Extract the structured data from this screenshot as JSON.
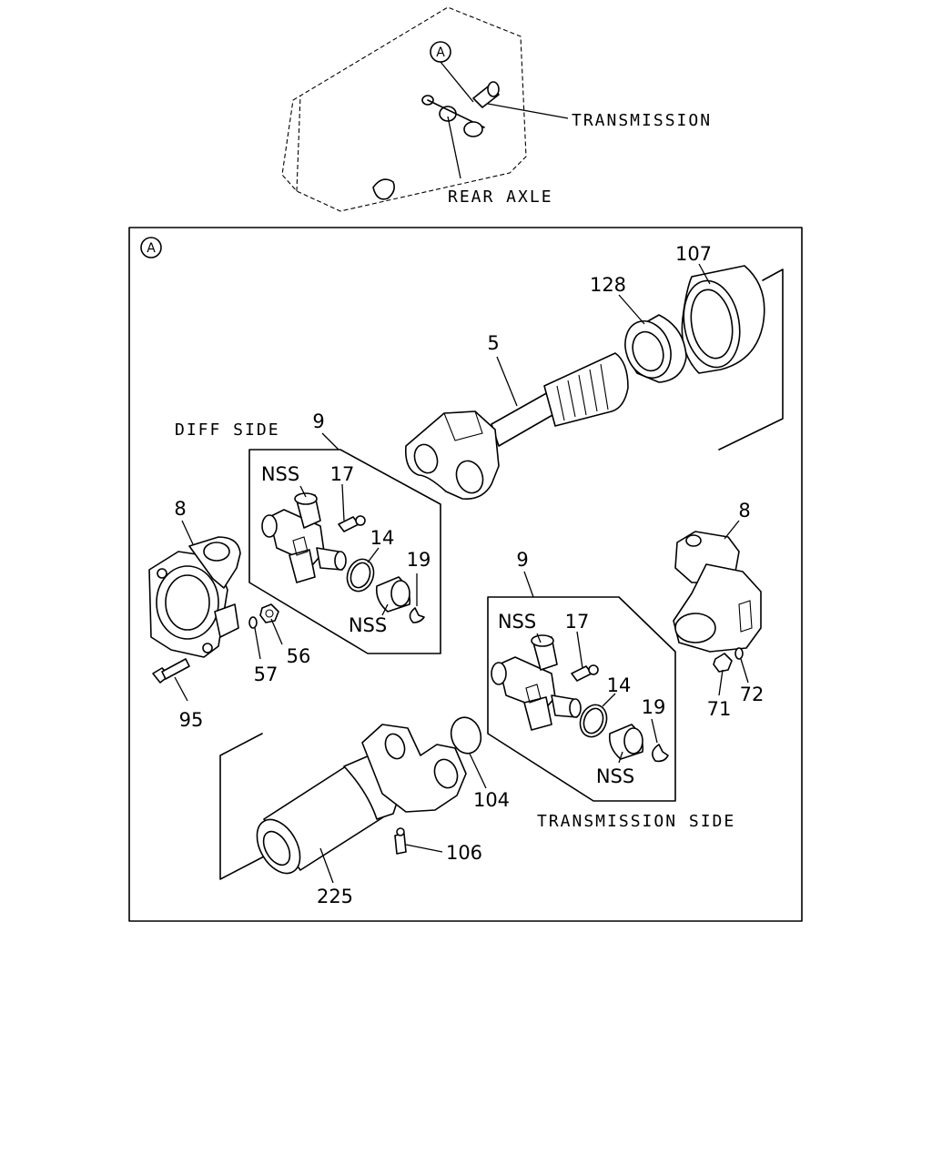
{
  "overview": {
    "marker": "A",
    "transmission_label": "TRANSMISSION",
    "rear_axle_label": "REAR AXLE"
  },
  "detail": {
    "marker": "A",
    "diff_side_label": "DIFF SIDE",
    "transmission_side_label": "TRANSMISSION SIDE"
  },
  "callouts": {
    "p107": "107",
    "p128": "128",
    "p5": "5",
    "p9_left": "9",
    "p9_right": "9",
    "nss_left_top": "NSS",
    "nss_left_bottom": "NSS",
    "nss_right_top": "NSS",
    "nss_right_bottom": "NSS",
    "p17_left": "17",
    "p17_right": "17",
    "p14_left": "14",
    "p14_right": "14",
    "p19_left": "19",
    "p19_right": "19",
    "p8_left": "8",
    "p8_right": "8",
    "p56": "56",
    "p57": "57",
    "p95": "95",
    "p71": "71",
    "p72": "72",
    "p104": "104",
    "p106": "106",
    "p225": "225"
  }
}
